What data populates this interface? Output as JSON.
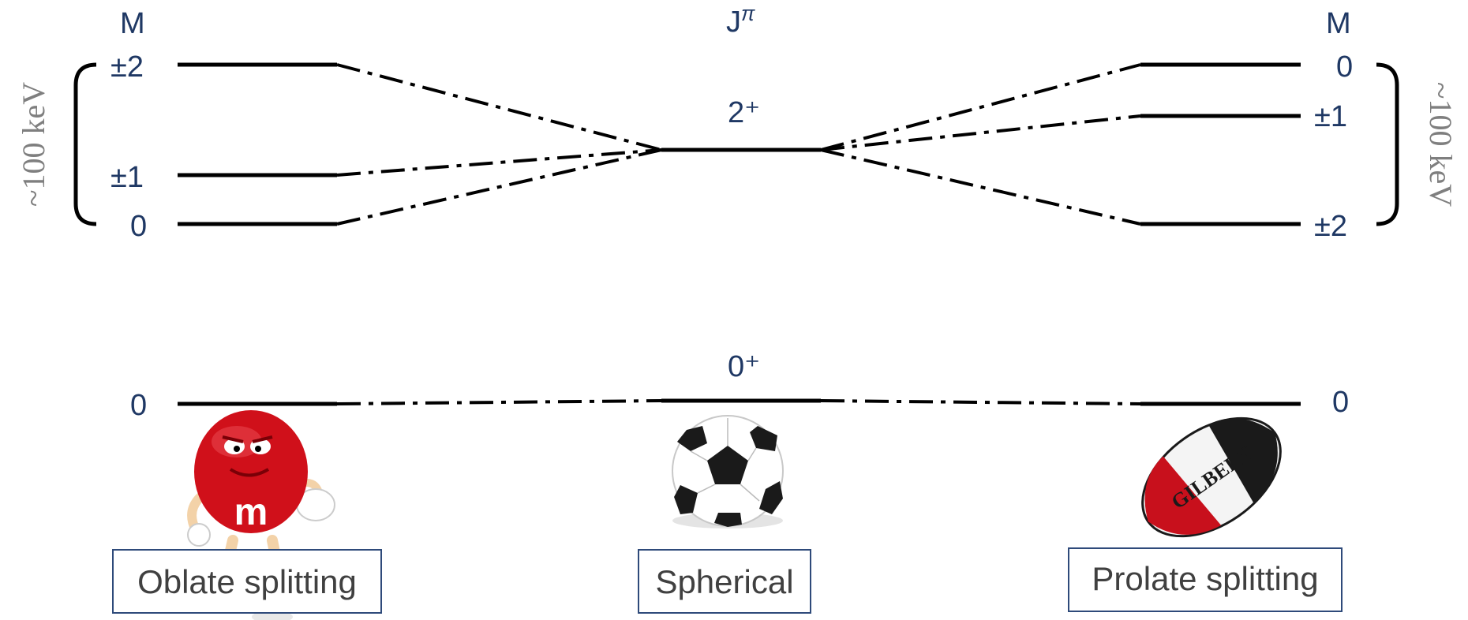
{
  "headers": {
    "left_m": "M",
    "center_j": "J",
    "center_j_sup": "π",
    "right_m": "M"
  },
  "levels": {
    "upper_center": "2⁺",
    "lower_center": "0⁺",
    "left_upper": [
      "±2",
      "±1",
      "0"
    ],
    "right_upper": [
      "0",
      "±1",
      "±2"
    ],
    "left_lower": "0",
    "right_lower": "0"
  },
  "energy_scale": {
    "left": "~100 keV",
    "right": "~100 keV"
  },
  "captions": {
    "oblate": "Oblate splitting",
    "spherical": "Spherical",
    "prolate": "Prolate splitting"
  },
  "icons": {
    "oblate": "red-candy-mascot-icon",
    "spherical": "soccer-ball-icon",
    "prolate": "rugby-ball-icon"
  },
  "icon_text": {
    "rugby_brand": "GILBERT",
    "candy_letter": "m"
  },
  "colors": {
    "label": "#1f3864",
    "scale_text": "#7f7f7f",
    "caption_border": "#2e4a7a",
    "candy": "#d0101a"
  }
}
